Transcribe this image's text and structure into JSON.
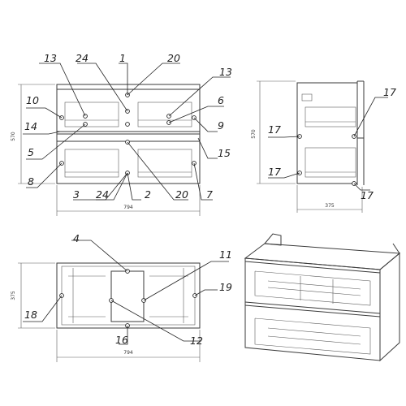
{
  "dimensions": {
    "front_width": "794",
    "front_height": "570",
    "side_depth": "375",
    "side_height": "570",
    "top_depth": "375",
    "top_width": "794"
  },
  "callouts": {
    "c1": "1",
    "c2": "2",
    "c3": "3",
    "c4": "4",
    "c5": "5",
    "c6": "6",
    "c7": "7",
    "c8": "8",
    "c9": "9",
    "c10": "10",
    "c11": "11",
    "c12": "12",
    "c13": "13",
    "c14": "14",
    "c15": "15",
    "c16": "16",
    "c17": "17",
    "c18": "18",
    "c19": "19",
    "c20": "20",
    "c24": "24"
  }
}
